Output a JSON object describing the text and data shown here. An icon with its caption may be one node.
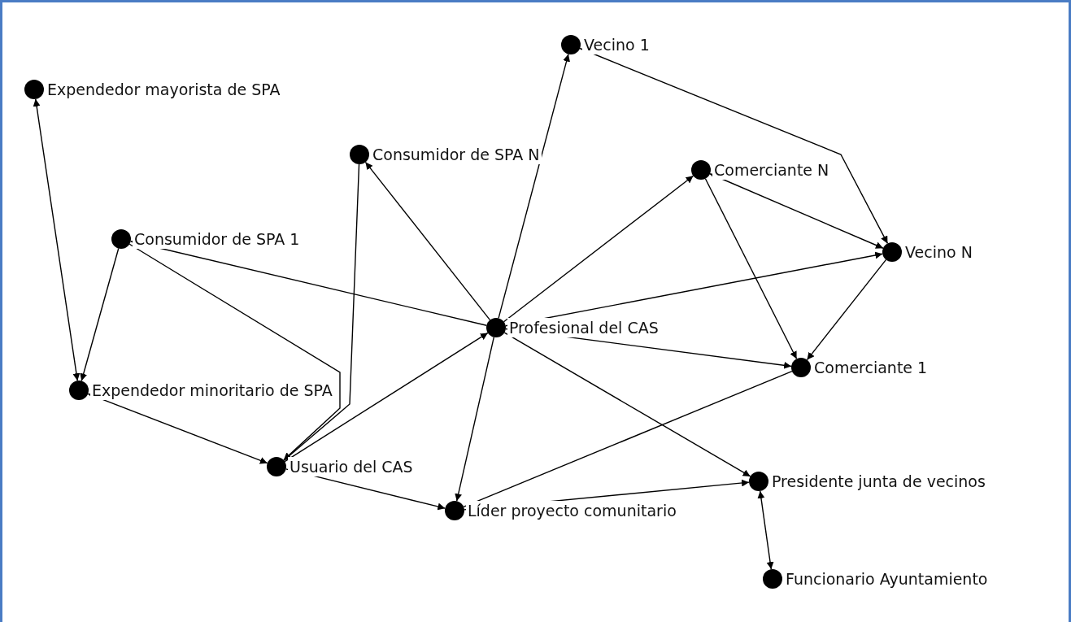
{
  "diagram": {
    "nodes": [
      {
        "text": [
          "Vecino 1"
        ]
      },
      {
        "text": [
          "Expendedor mayorista de SPA"
        ]
      },
      {
        "text": [
          "Consumidor de SPA N"
        ]
      },
      {
        "text": [
          "Comerciante N"
        ]
      },
      {
        "text": [
          "Consumidor de SPA 1"
        ]
      },
      {
        "text": [
          "Vecino N"
        ]
      },
      {
        "text": [
          "Profesional del CAS"
        ]
      },
      {
        "text": [
          "Comerciante 1"
        ]
      },
      {
        "text": [
          "Expendedor minoritario de SPA"
        ]
      },
      {
        "text": [
          "Usuario del CAS"
        ]
      },
      {
        "text": [
          "Presidente junta de vecinos"
        ]
      },
      {
        "text": [
          "Líder proyecto comunitario"
        ]
      },
      {
        "text": [
          "Funcionario Ayuntamiento"
        ]
      }
    ],
    "edges": [
      {
        "from": 1,
        "to": 8,
        "arrow": "both"
      },
      {
        "from": 4,
        "to": 8,
        "arrow": "to"
      },
      {
        "from": 4,
        "to": 9,
        "arrow": "to"
      },
      {
        "from": 2,
        "to": 9,
        "arrow": "to"
      },
      {
        "from": 8,
        "to": 9,
        "arrow": "both"
      },
      {
        "from": 9,
        "to": 6,
        "arrow": "to"
      },
      {
        "from": 9,
        "to": 11,
        "arrow": "to"
      },
      {
        "from": 6,
        "to": 4,
        "arrow": "to"
      },
      {
        "from": 6,
        "to": 2,
        "arrow": "to"
      },
      {
        "from": 6,
        "to": 0,
        "arrow": "to"
      },
      {
        "from": 6,
        "to": 11,
        "arrow": "to"
      },
      {
        "from": 6,
        "to": 3,
        "arrow": "to"
      },
      {
        "from": 6,
        "to": 5,
        "arrow": "to"
      },
      {
        "from": 6,
        "to": 7,
        "arrow": "to"
      },
      {
        "from": 6,
        "to": 10,
        "arrow": "to"
      },
      {
        "from": 0,
        "to": 5,
        "arrow": "to"
      },
      {
        "from": 3,
        "to": 5,
        "arrow": "both"
      },
      {
        "from": 3,
        "to": 7,
        "arrow": "to"
      },
      {
        "from": 5,
        "to": 7,
        "arrow": "to"
      },
      {
        "from": 11,
        "to": 7,
        "arrow": "none"
      },
      {
        "from": 11,
        "to": 10,
        "arrow": "to"
      },
      {
        "from": 10,
        "to": 12,
        "arrow": "both"
      }
    ]
  }
}
